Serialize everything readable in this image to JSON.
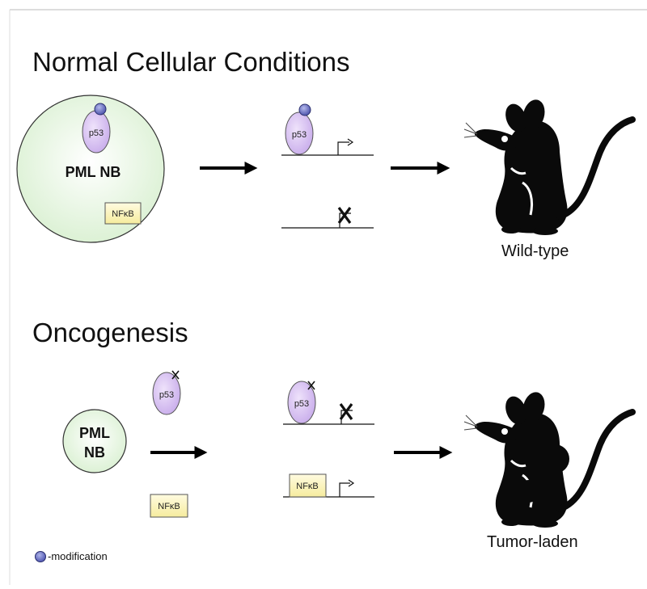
{
  "sections": {
    "normal": {
      "title": "Normal Cellular Conditions",
      "nucleus_label": "PML NB",
      "protein_label": "p53",
      "factor_label": "NFκB",
      "outcome_label": "Wild-type"
    },
    "onco": {
      "title": "Oncogenesis",
      "nucleus_label_line1": "PML",
      "nucleus_label_line2": "NB",
      "protein_label": "p53",
      "factor_label": "NFκB",
      "outcome_label": "Tumor-laden"
    }
  },
  "legend": {
    "text": "-modification"
  },
  "colors": {
    "nucleus_fill": "#e6f6e0",
    "protein_fill": "#dcc6f4",
    "factor_fill": "#fdf6c0",
    "modification_dot": "#6a70c4",
    "silhouette": "#0a0a0a"
  }
}
